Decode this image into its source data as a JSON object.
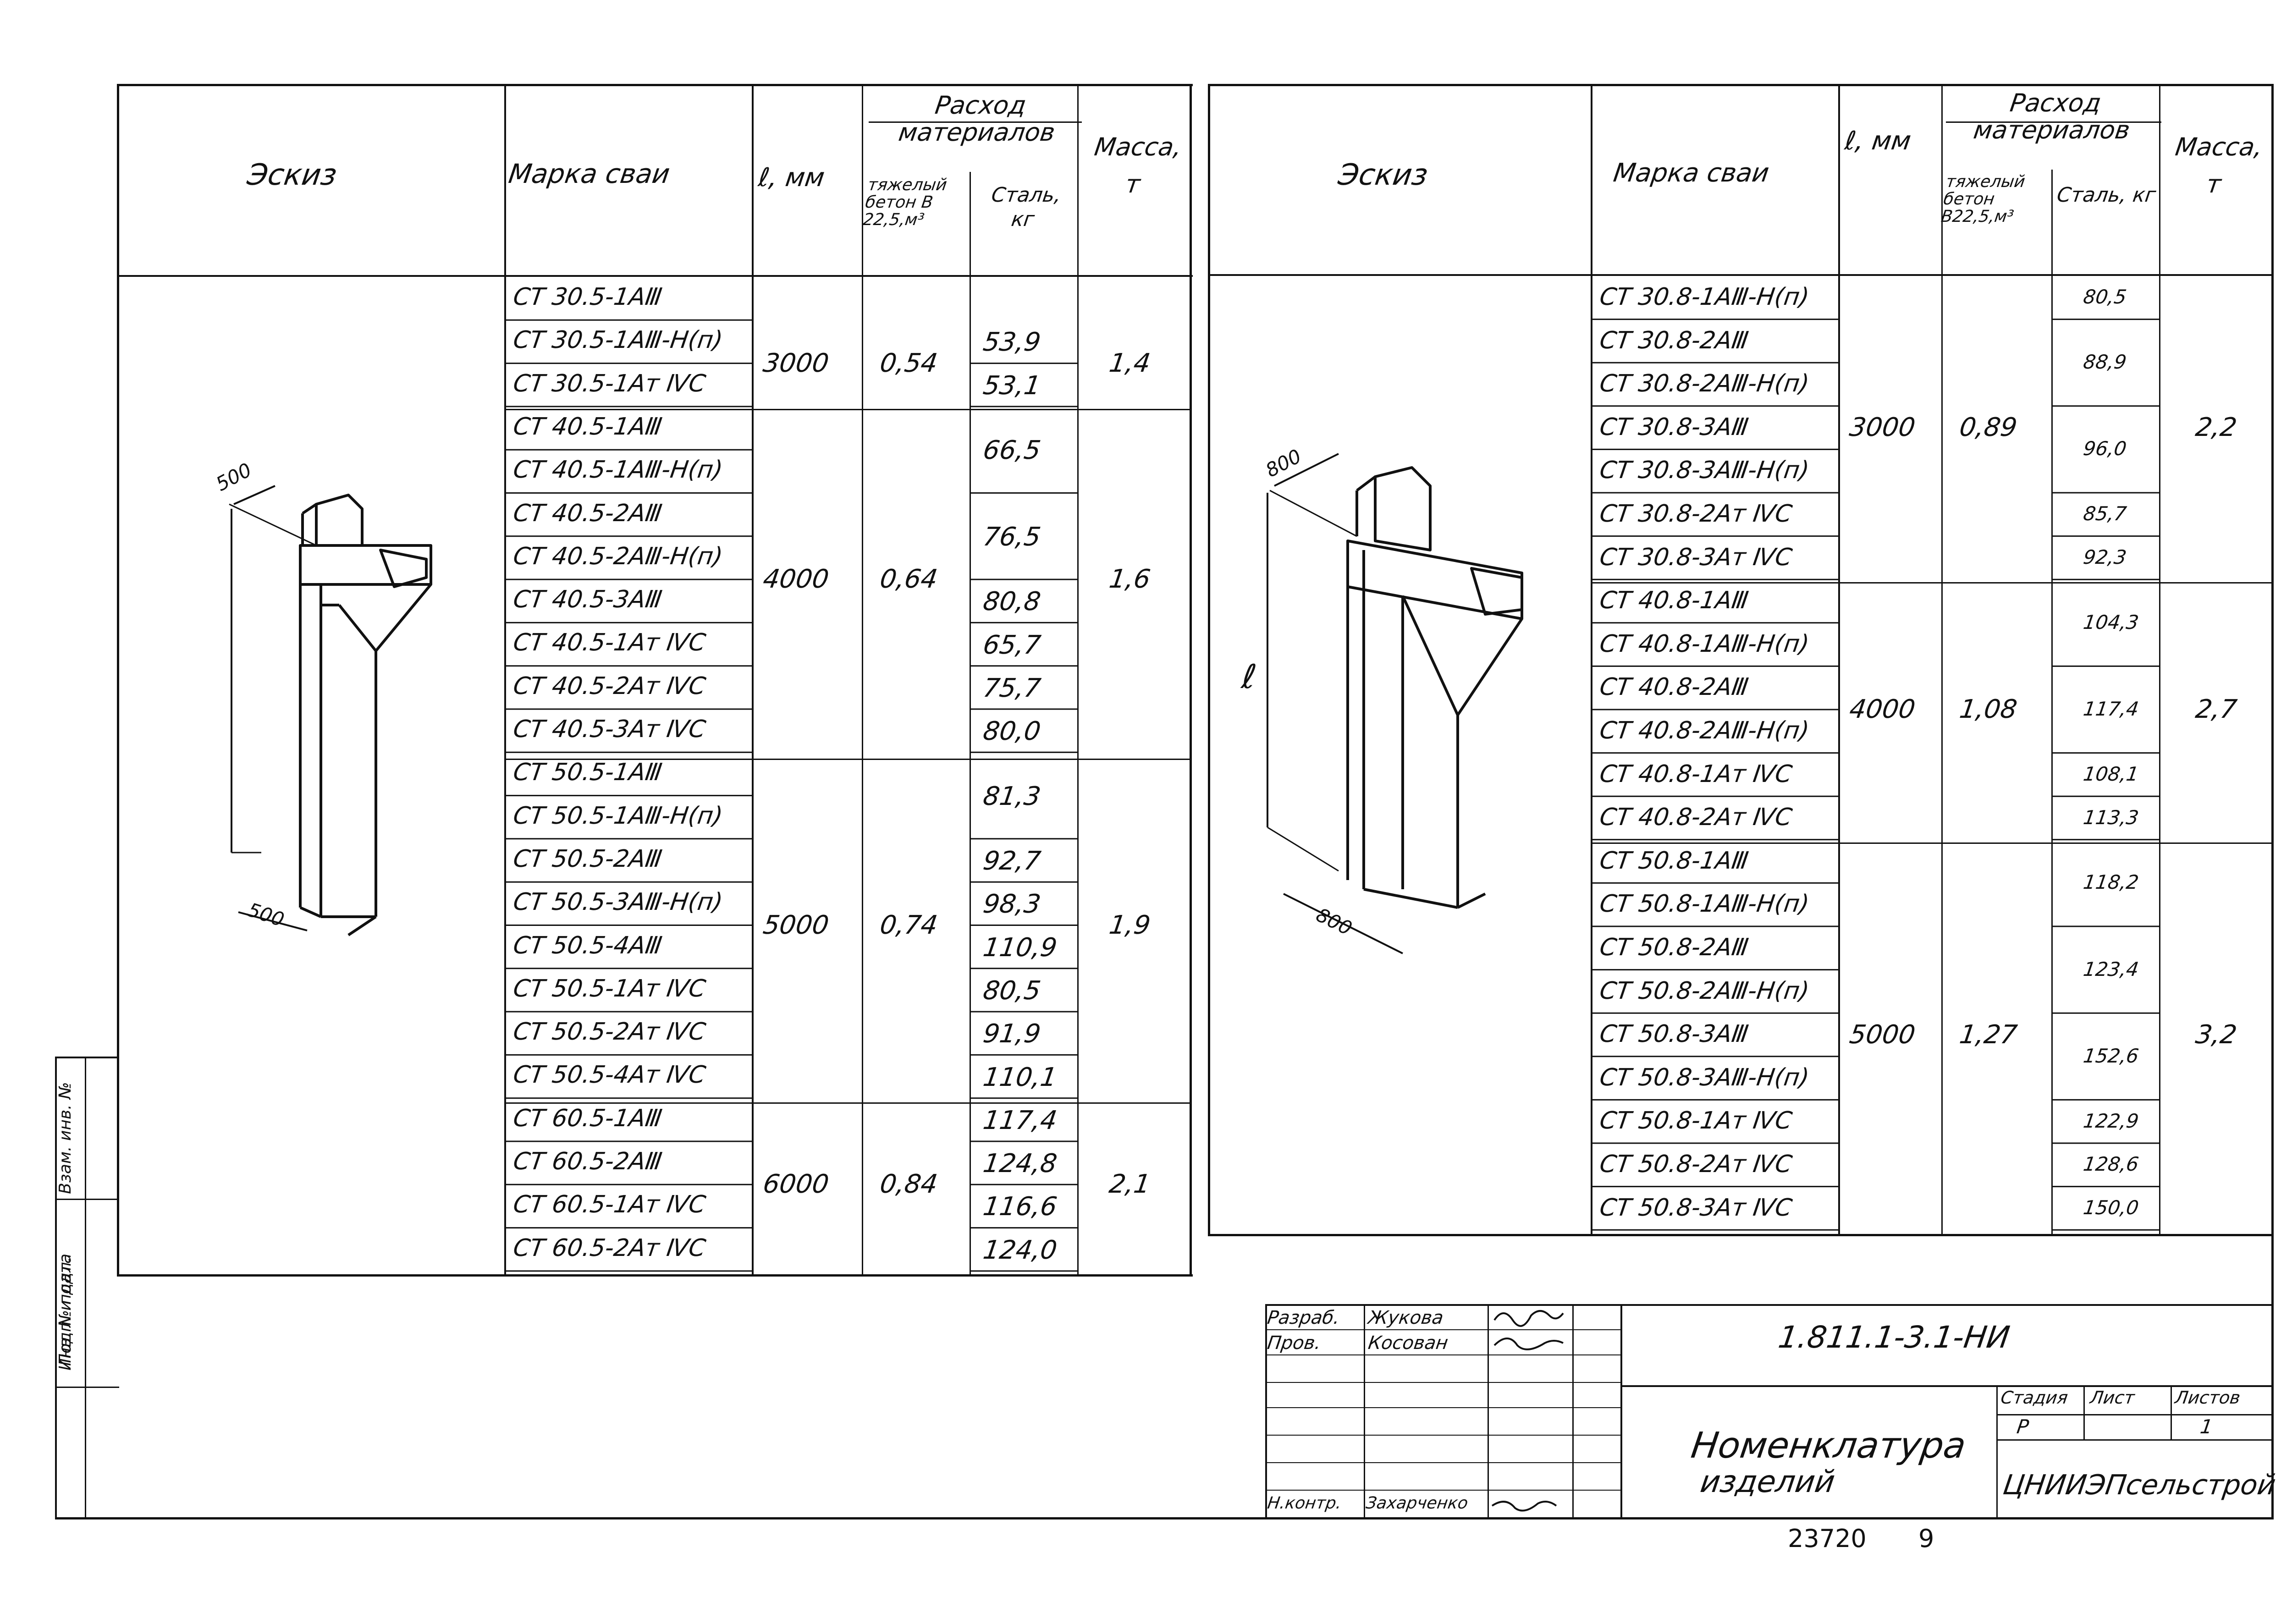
{
  "left_table": {
    "headers": {
      "sketch": "Эскиз",
      "mark": "Марка сваи",
      "length": "ℓ, мм",
      "materials": "Расход материалов",
      "concrete": "тяжелый бетон B 22,5,м³",
      "steel": "Сталь, кг",
      "mass": "Масса, т"
    },
    "marks": [
      "СТ 30.5-1АⅢ",
      "СТ 30.5-1АⅢ-Н(п)",
      "СТ 30.5-1Ат ⅣС",
      "СТ 40.5-1АⅢ",
      "СТ 40.5-1АⅢ-Н(п)",
      "СТ 40.5-2АⅢ",
      "СТ 40.5-2АⅢ-Н(п)",
      "СТ 40.5-3АⅢ",
      "СТ 40.5-1Ат ⅣС",
      "СТ 40.5-2Ат ⅣС",
      "СТ 40.5-3Ат ⅣС",
      "СТ 50.5-1АⅢ",
      "СТ 50.5-1АⅢ-Н(п)",
      "СТ 50.5-2АⅢ",
      "СТ 50.5-3АⅢ-Н(п)",
      "СТ 50.5-4АⅢ",
      "СТ 50.5-1Ат ⅣС",
      "СТ 50.5-2Ат ⅣС",
      "СТ 50.5-4Ат ⅣС",
      "СТ 60.5-1АⅢ",
      "СТ 60.5-2АⅢ",
      "СТ 60.5-1Ат ⅣС",
      "СТ 60.5-2Ат ⅣС"
    ],
    "steel": [
      "53,9",
      "53,1",
      "66,5",
      "76,5",
      "80,8",
      "65,7",
      "75,7",
      "80,0",
      "81,3",
      "92,7",
      "98,3",
      "110,9",
      "80,5",
      "91,9",
      "110,1",
      "117,4",
      "124,8",
      "116,6",
      "124,0"
    ],
    "groups": [
      {
        "length": "3000",
        "concrete": "0,54",
        "mass": "1,4"
      },
      {
        "length": "4000",
        "concrete": "0,64",
        "mass": "1,6"
      },
      {
        "length": "5000",
        "concrete": "0,74",
        "mass": "1,9"
      },
      {
        "length": "6000",
        "concrete": "0,84",
        "mass": "2,1"
      }
    ],
    "dims": {
      "top": "500",
      "bottom": "500"
    }
  },
  "right_table": {
    "headers": {
      "sketch": "Эскиз",
      "mark": "Марка сваи",
      "length": "ℓ, мм",
      "materials": "Расход материалов",
      "concrete": "тяжелый бетон B22,5,м³",
      "steel": "Сталь, кг",
      "mass": "Масса, т"
    },
    "marks": [
      "СТ 30.8-1АⅢ-Н(п)",
      "СТ 30.8-2АⅢ",
      "СТ 30.8-2АⅢ-Н(п)",
      "СТ 30.8-3АⅢ",
      "СТ 30.8-3АⅢ-Н(п)",
      "СТ 30.8-2Ат ⅣС",
      "СТ 30.8-3Ат ⅣС",
      "СТ 40.8-1АⅢ",
      "СТ 40.8-1АⅢ-Н(п)",
      "СТ 40.8-2АⅢ",
      "СТ 40.8-2АⅢ-Н(п)",
      "СТ 40.8-1Ат ⅣС",
      "СТ 40.8-2Ат ⅣС",
      "СТ 50.8-1АⅢ",
      "СТ 50.8-1АⅢ-Н(п)",
      "СТ 50.8-2АⅢ",
      "СТ 50.8-2АⅢ-Н(п)",
      "СТ 50.8-3АⅢ",
      "СТ 50.8-3АⅢ-Н(п)",
      "СТ 50.8-1Ат ⅣС",
      "СТ 50.8-2Ат ⅣС",
      "СТ 50.8-3Ат ⅣС"
    ],
    "steel": [
      "80,5",
      "88,9",
      "96,0",
      "85,7",
      "92,3",
      "104,3",
      "117,4",
      "108,1",
      "113,3",
      "118,2",
      "123,4",
      "152,6",
      "122,9",
      "128,6",
      "150,0"
    ],
    "groups": [
      {
        "length": "3000",
        "concrete": "0,89",
        "mass": "2,2"
      },
      {
        "length": "4000",
        "concrete": "1,08",
        "mass": "2,7"
      },
      {
        "length": "5000",
        "concrete": "1,27",
        "mass": "3,2"
      }
    ],
    "dims": {
      "top": "800",
      "bottom": "800",
      "length": "ℓ"
    }
  },
  "side_stamp": [
    "Инв. № подл.",
    "Подп. и дата",
    "Взам. инв. №"
  ],
  "title_block": {
    "code": "1.811.1-3.1-НИ",
    "title_line1": "Номенклатура",
    "title_line2": "изделий",
    "org": "ЦНИИЭПсельстрой",
    "stage_label": "Стадия",
    "sheet_label": "Лист",
    "sheets_label": "Листов",
    "stage": "Р",
    "sheets": "1",
    "roles": [
      "Разраб.",
      "Пров.",
      "Н.контр."
    ],
    "names": [
      "Жукова",
      "Косован",
      "Захарченко"
    ]
  },
  "footer": {
    "inv": "23720",
    "page": "9"
  }
}
